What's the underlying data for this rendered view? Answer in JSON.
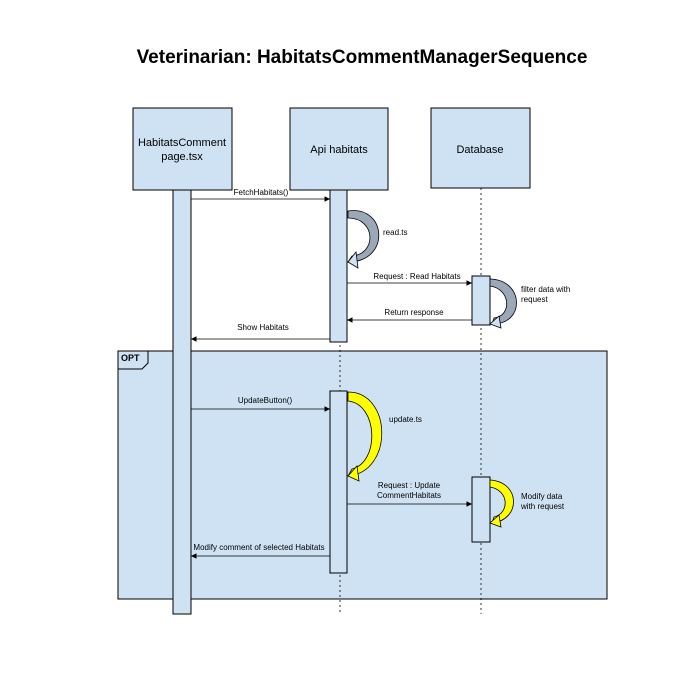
{
  "title": "Veterinarian: HabitatsCommentManagerSequence",
  "participants": [
    {
      "line1": "HabitatsComment",
      "line2": "page.tsx"
    },
    {
      "line1": "Api habitats",
      "line2": ""
    },
    {
      "line1": "Database",
      "line2": ""
    }
  ],
  "fragment": {
    "label": "OPT"
  },
  "messages": {
    "fetch": "FetchHabitats()",
    "read": "read.ts",
    "request_read": "Request : Read Habitats",
    "filter_1": "filter data with",
    "filter_2": "request",
    "return": "Return response",
    "show": "Show Habitats",
    "update_button": "UpdateButton()",
    "update": "update.ts",
    "request_update_1": "Request : Update",
    "request_update_2": "CommentHabitats",
    "modify_1": "Modify data",
    "modify_2": "with request",
    "modify_comment": "Modify comment of selected Habitats"
  },
  "colors": {
    "box_fill": "#cfe2f3",
    "stroke": "#000000",
    "self_gray": "#9aa8b8",
    "self_yellow": "#ffff00"
  }
}
